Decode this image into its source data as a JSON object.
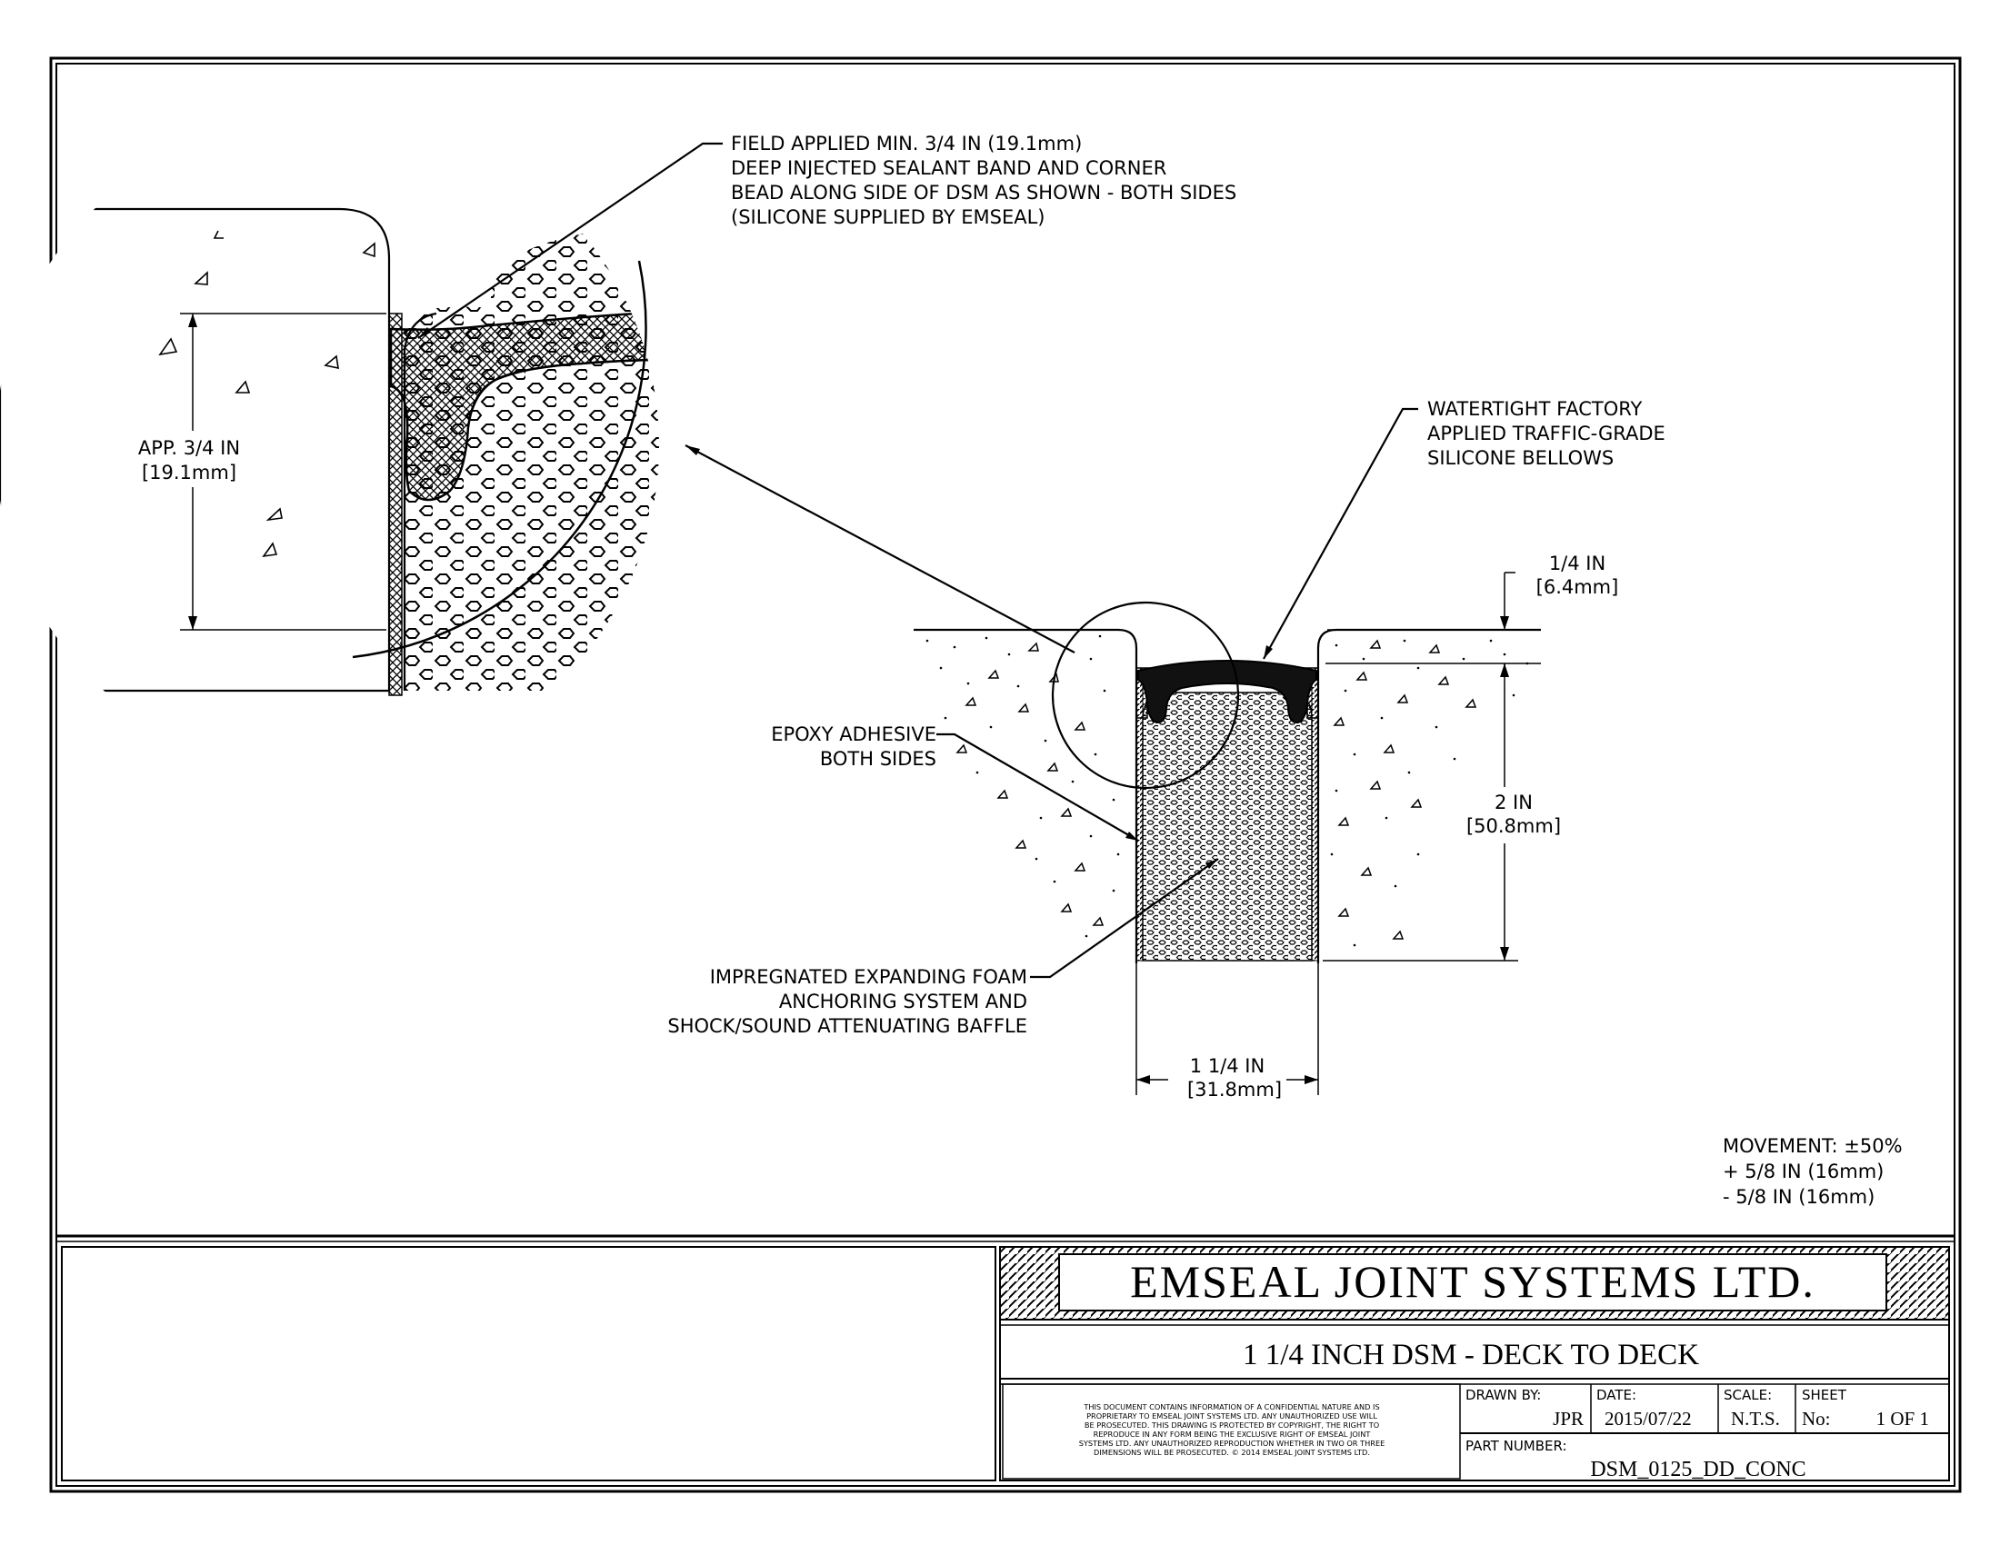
{
  "title_block": {
    "company": "EMSEAL JOINT SYSTEMS LTD.",
    "drawing_title": "1 1/4 INCH DSM - DECK TO DECK",
    "disclaimer_lines": [
      "THIS DOCUMENT CONTAINS INFORMATION OF A CONFIDENTIAL NATURE AND IS",
      "PROPRIETARY TO EMSEAL JOINT SYSTEMS LTD. ANY UNAUTHORIZED USE WILL",
      "BE PROSECUTED. THIS DRAWING IS PROTECTED BY COPYRIGHT, THE RIGHT TO",
      "REPRODUCE IN ANY FORM BEING THE EXCLUSIVE RIGHT OF EMSEAL JOINT",
      "SYSTEMS LTD. ANY UNAUTHORIZED REPRODUCTION WHETHER IN TWO OR THREE",
      "DIMENSIONS WILL BE PROSECUTED. © 2014 EMSEAL JOINT SYSTEMS LTD."
    ],
    "drawn_by_label": "DRAWN BY:",
    "drawn_by": "JPR",
    "date_label": "DATE:",
    "date": "2015/07/22",
    "scale_label": "SCALE:",
    "scale": "N.T.S.",
    "sheet_label": "SHEET",
    "sheet_no_label": "No:",
    "sheet": "1 OF 1",
    "part_number_label": "PART NUMBER:",
    "part_number": "DSM_0125_DD_CONC"
  },
  "callouts": {
    "sealant_band": [
      "FIELD APPLIED MIN. 3/4 IN (19.1mm)",
      "DEEP INJECTED SEALANT BAND AND CORNER",
      "BEAD ALONG SIDE OF DSM AS SHOWN - BOTH SIDES",
      "(SILICONE SUPPLIED BY EMSEAL)"
    ],
    "bellows": [
      "WATERTIGHT FACTORY",
      "APPLIED TRAFFIC-GRADE",
      "SILICONE BELLOWS"
    ],
    "epoxy": [
      "EPOXY ADHESIVE",
      "BOTH SIDES"
    ],
    "foam": [
      "IMPREGNATED EXPANDING FOAM",
      "ANCHORING SYSTEM AND",
      "SHOCK/SOUND ATTENUATING BAFFLE"
    ]
  },
  "dimensions": {
    "detail_depth": [
      "APP. 3/4 IN",
      "[19.1mm]"
    ],
    "recess": [
      "1/4 IN",
      "[6.4mm]"
    ],
    "depth": [
      "2 IN",
      "[50.8mm]"
    ],
    "width": [
      "1 1/4 IN",
      "[31.8mm]"
    ]
  },
  "movement": [
    "MOVEMENT: ±50%",
    "+ 5/8 IN (16mm)",
    "- 5/8 IN (16mm)"
  ]
}
